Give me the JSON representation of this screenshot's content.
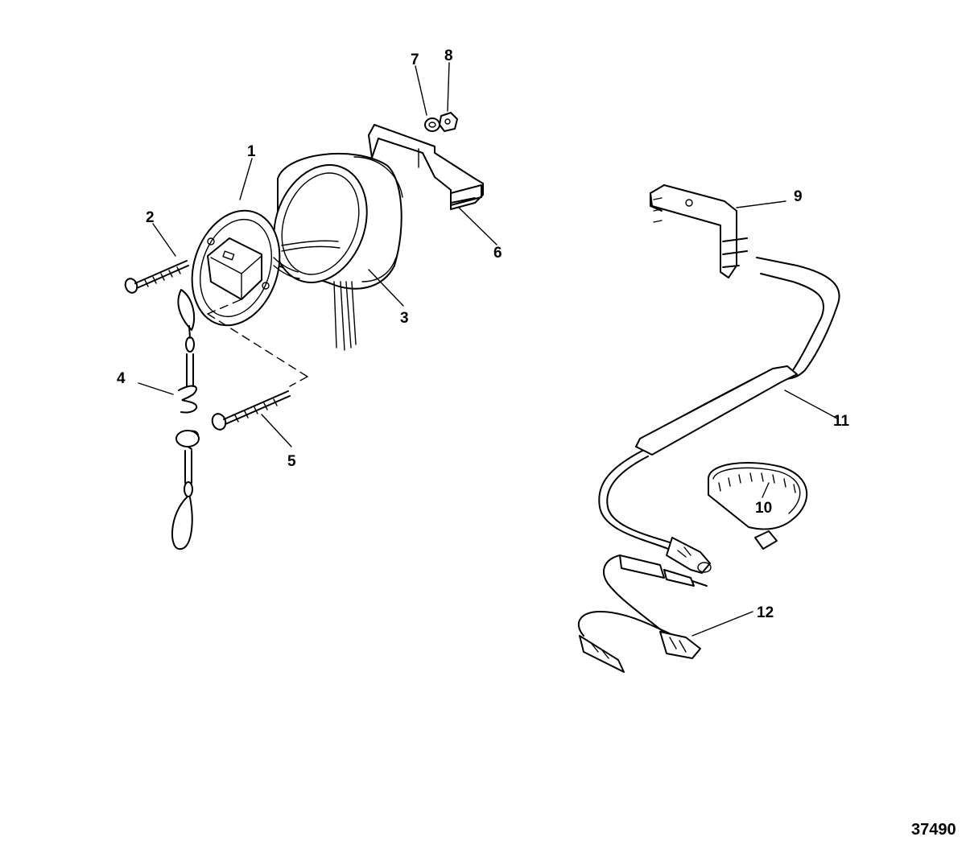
{
  "callouts": {
    "c1": "1",
    "c2": "2",
    "c3": "3",
    "c4": "4",
    "c5": "5",
    "c6": "6",
    "c7": "7",
    "c8": "8",
    "c9": "9",
    "c10": "10",
    "c11": "11",
    "c12": "12"
  },
  "figure_id": "37490"
}
